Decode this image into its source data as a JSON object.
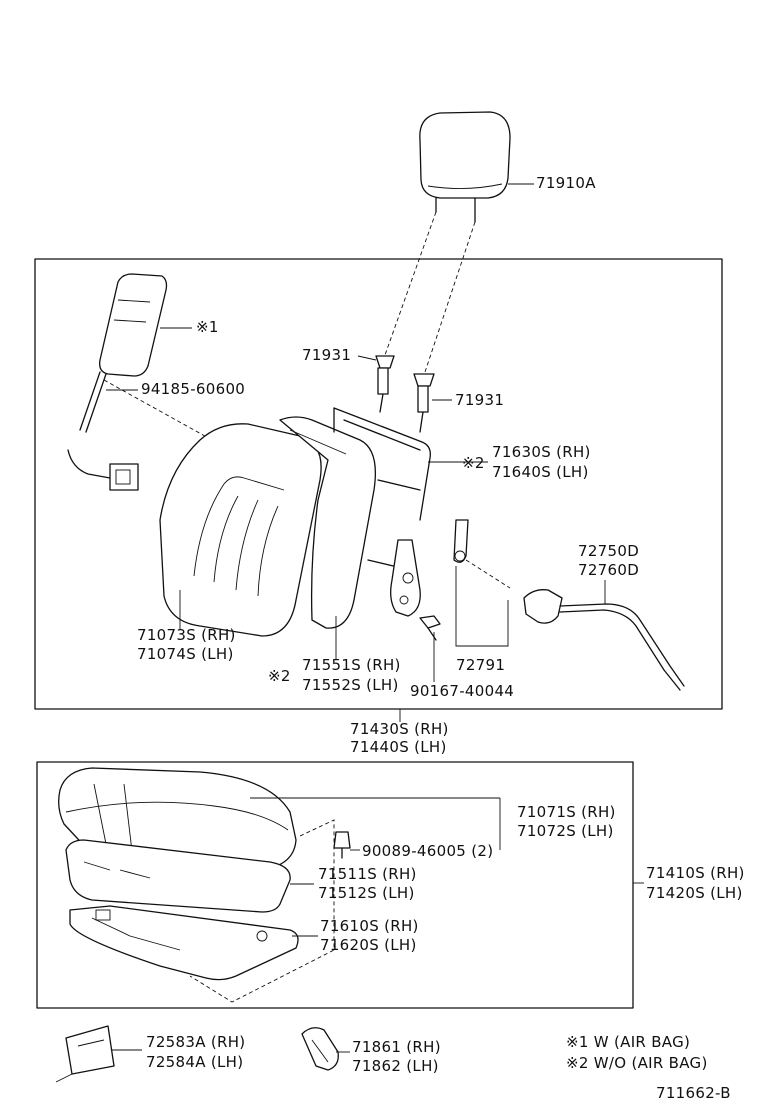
{
  "labels": {
    "headrest": "71910A",
    "airbag_mark": "※1",
    "support_left": "71931",
    "support_right": "71931",
    "bolt_upper": "94185-60600",
    "frame_code1": "※2",
    "frame_rh": "71630S (RH)",
    "frame_lh": "71640S (LH)",
    "knob_rh": "72750D",
    "knob_lh": "72760D",
    "back_cover_rh": "71073S (RH)",
    "back_cover_lh": "71074S (LH)",
    "back_pad_mark": "※2",
    "back_pad_rh": "71551S (RH)",
    "back_pad_lh": "71552S (LH)",
    "hinge_part": "72791",
    "bolt_lower": "90167-40044",
    "back_assy_rh": "71430S (RH)",
    "back_assy_lh": "71440S (LH)",
    "cushion_cover_rh": "71071S (RH)",
    "cushion_cover_lh": "71072S (LH)",
    "clip": "90089-46005 (2)",
    "cushion_pad_rh": "71511S (RH)",
    "cushion_pad_lh": "71512S (LH)",
    "cushion_assy_rh": "71410S (RH)",
    "cushion_assy_lh": "71420S (LH)",
    "cushion_frame_rh": "71610S (RH)",
    "cushion_frame_lh": "71620S (LH)",
    "bracket_rh": "72583A (RH)",
    "bracket_lh": "72584A (LH)",
    "cover_rh": "71861 (RH)",
    "cover_lh": "71862 (LH)"
  },
  "legend": {
    "note1": "※1  W (AIR  BAG)",
    "note2": "※2  W/O (AIR  BAG)"
  },
  "diagram_code": "711662-B"
}
